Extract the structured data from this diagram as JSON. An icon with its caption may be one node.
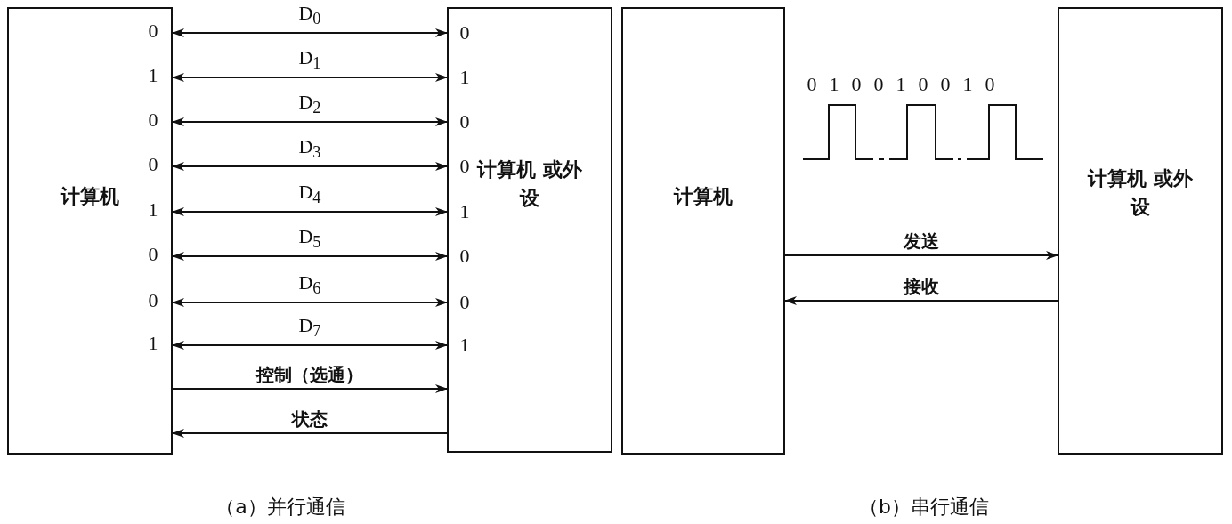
{
  "diagram": {
    "nodes": [
      {
        "text": [
          "计算机"
        ]
      },
      {
        "text": [
          "计算机 或外设"
        ]
      },
      {
        "text": [
          "计算机"
        ]
      },
      {
        "text": [
          "计算机 或外设"
        ]
      }
    ],
    "edges": [
      {
        "from": 0,
        "to": 1,
        "arrow": "both",
        "label": "D$_{0}$"
      },
      {
        "from": 0,
        "to": 1,
        "arrow": "both",
        "label": "D$_{1}$"
      },
      {
        "from": 0,
        "to": 1,
        "arrow": "both",
        "label": "D$_{2}$"
      },
      {
        "from": 0,
        "to": 1,
        "arrow": "both",
        "label": "D$_{3}$"
      },
      {
        "from": 0,
        "to": 1,
        "arrow": "both",
        "label": "D$_{4}$"
      },
      {
        "from": 0,
        "to": 1,
        "arrow": "both",
        "label": "D$_{5}$"
      },
      {
        "from": 0,
        "to": 1,
        "arrow": "both",
        "label": "D$_{6}$"
      },
      {
        "from": 0,
        "to": 1,
        "arrow": "both",
        "label": "D$_{7}$"
      },
      {
        "from": 0,
        "to": 1,
        "arrow": "to",
        "label": "控制（选通）"
      },
      {
        "from": 1,
        "to": 0,
        "arrow": "to",
        "label": "状态"
      },
      {
        "from": 2,
        "to": 3,
        "arrow": "to",
        "label": "发送"
      },
      {
        "from": 3,
        "to": 2,
        "arrow": "to",
        "label": "接收"
      }
    ],
    "labels": [
      "0",
      "0",
      "1",
      "1",
      "0",
      "0",
      "0",
      "0",
      "1",
      "1",
      "0",
      "0",
      "0",
      "0",
      "1",
      "1",
      "0",
      "1",
      "0",
      "0",
      "1",
      "0",
      "0",
      "1",
      "0",
      "（a）并行通信",
      "（b）串行通信"
    ]
  }
}
